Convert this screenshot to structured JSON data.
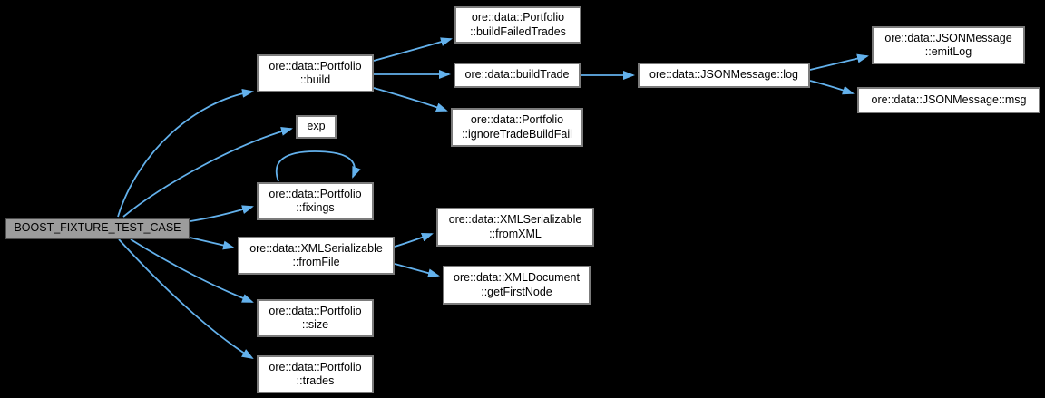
{
  "diagram": {
    "type": "call-graph",
    "nodes": [
      {
        "id": "BOOST_FIXTURE_TEST_CASE",
        "label": "BOOST_FIXTURE_TEST_CASE",
        "current": true
      },
      {
        "id": "portfolio_build",
        "label": "ore::data::Portfolio\n::build"
      },
      {
        "id": "exp",
        "label": "exp"
      },
      {
        "id": "portfolio_fixings",
        "label": "ore::data::Portfolio\n::fixings"
      },
      {
        "id": "xmlserializable_fromfile",
        "label": "ore::data::XMLSerializable\n::fromFile"
      },
      {
        "id": "portfolio_size",
        "label": "ore::data::Portfolio\n::size"
      },
      {
        "id": "portfolio_trades",
        "label": "ore::data::Portfolio\n::trades"
      },
      {
        "id": "portfolio_buildfailedtrades",
        "label": "ore::data::Portfolio\n::buildFailedTrades"
      },
      {
        "id": "buildtrade",
        "label": "ore::data::buildTrade"
      },
      {
        "id": "portfolio_ignoretradebuildfail",
        "label": "ore::data::Portfolio\n::ignoreTradeBuildFail"
      },
      {
        "id": "xmlserializable_fromxml",
        "label": "ore::data::XMLSerializable\n::fromXML"
      },
      {
        "id": "xmldocument_getfirstnode",
        "label": "ore::data::XMLDocument\n::getFirstNode"
      },
      {
        "id": "jsonmessage_log",
        "label": "ore::data::JSONMessage::log"
      },
      {
        "id": "jsonmessage_emitlog",
        "label": "ore::data::JSONMessage\n::emitLog"
      },
      {
        "id": "jsonmessage_msg",
        "label": "ore::data::JSONMessage::msg"
      }
    ],
    "edges": [
      {
        "from": "BOOST_FIXTURE_TEST_CASE",
        "to": "portfolio_build"
      },
      {
        "from": "BOOST_FIXTURE_TEST_CASE",
        "to": "exp"
      },
      {
        "from": "BOOST_FIXTURE_TEST_CASE",
        "to": "portfolio_fixings"
      },
      {
        "from": "BOOST_FIXTURE_TEST_CASE",
        "to": "xmlserializable_fromfile"
      },
      {
        "from": "BOOST_FIXTURE_TEST_CASE",
        "to": "portfolio_size"
      },
      {
        "from": "BOOST_FIXTURE_TEST_CASE",
        "to": "portfolio_trades"
      },
      {
        "from": "portfolio_build",
        "to": "portfolio_buildfailedtrades"
      },
      {
        "from": "portfolio_build",
        "to": "buildtrade"
      },
      {
        "from": "portfolio_build",
        "to": "portfolio_ignoretradebuildfail"
      },
      {
        "from": "buildtrade",
        "to": "jsonmessage_log"
      },
      {
        "from": "jsonmessage_log",
        "to": "jsonmessage_emitlog"
      },
      {
        "from": "jsonmessage_log",
        "to": "jsonmessage_msg"
      },
      {
        "from": "portfolio_fixings",
        "to": "portfolio_fixings"
      },
      {
        "from": "xmlserializable_fromfile",
        "to": "xmlserializable_fromxml"
      },
      {
        "from": "xmlserializable_fromfile",
        "to": "xmldocument_getfirstnode"
      }
    ]
  },
  "colors": {
    "background": "#000000",
    "edge": "#63b1ec",
    "node_fill": "#ffffff",
    "node_border": "#7b7b7b",
    "current_fill": "#9c9c9c",
    "current_border": "#4e4e4e",
    "text": "#000000"
  }
}
